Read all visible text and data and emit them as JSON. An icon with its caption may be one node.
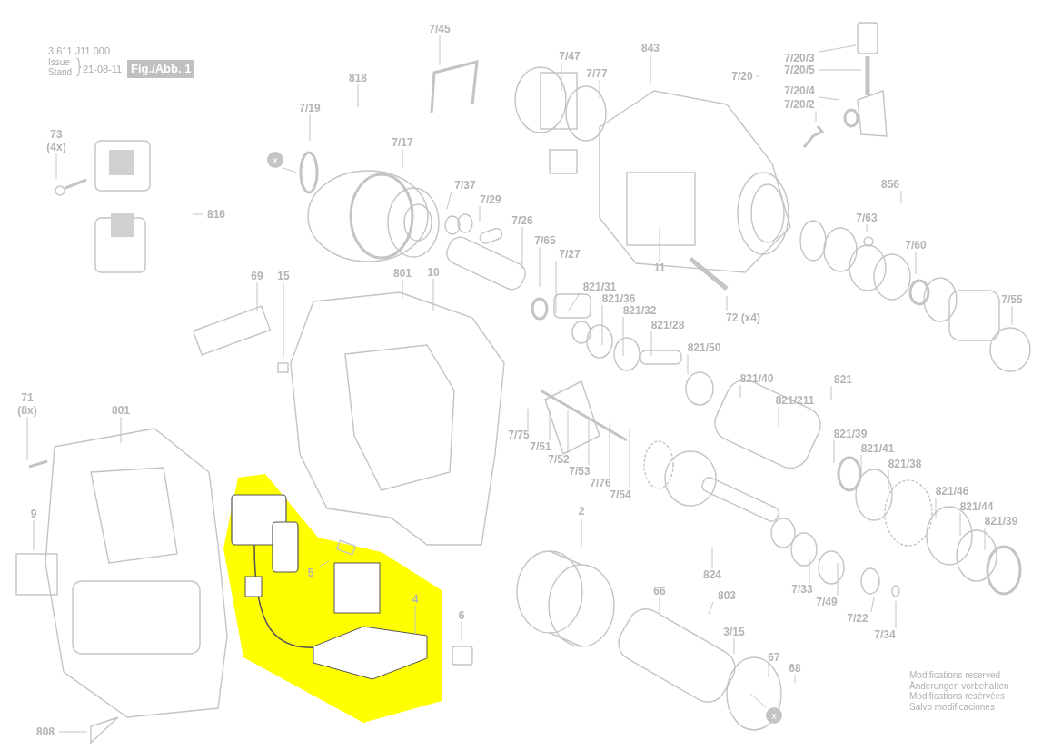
{
  "diagram": {
    "nodes": [
      {
        "text": [
          "7/45"
        ]
      },
      {
        "text": [
          "818"
        ]
      },
      {
        "text": [
          "7/19"
        ]
      },
      {
        "text": [
          "7/17"
        ]
      },
      {
        "text": [
          "843"
        ]
      },
      {
        "text": [
          "7/47"
        ]
      },
      {
        "text": [
          "7/77"
        ]
      },
      {
        "text": [
          "7/20/3"
        ]
      },
      {
        "text": [
          "7/20/5"
        ]
      },
      {
        "text": [
          "7/20/4"
        ]
      },
      {
        "text": [
          "7/20/2"
        ]
      },
      {
        "text": [
          "7/20"
        ]
      },
      {
        "text": [
          "73 (4x)"
        ]
      },
      {
        "text": [
          "816"
        ]
      },
      {
        "text": [
          "7/37"
        ]
      },
      {
        "text": [
          "7/29"
        ]
      },
      {
        "text": [
          "7/26"
        ]
      },
      {
        "text": [
          "7/65"
        ]
      },
      {
        "text": [
          "7/27"
        ]
      },
      {
        "text": [
          "11"
        ]
      },
      {
        "text": [
          "72 (x4)"
        ]
      },
      {
        "text": [
          "856"
        ]
      },
      {
        "text": [
          "7/63"
        ]
      },
      {
        "text": [
          "7/60"
        ]
      },
      {
        "text": [
          "7/55"
        ]
      },
      {
        "text": [
          "69"
        ]
      },
      {
        "text": [
          "15"
        ]
      },
      {
        "text": [
          "801"
        ]
      },
      {
        "text": [
          "10"
        ]
      },
      {
        "text": [
          "821/31"
        ]
      },
      {
        "text": [
          "821/36"
        ]
      },
      {
        "text": [
          "821/32"
        ]
      },
      {
        "text": [
          "821/28"
        ]
      },
      {
        "text": [
          "821/50"
        ]
      },
      {
        "text": [
          "821/40"
        ]
      },
      {
        "text": [
          "821/211"
        ]
      },
      {
        "text": [
          "821"
        ]
      },
      {
        "text": [
          "821/39"
        ]
      },
      {
        "text": [
          "821/41"
        ]
      },
      {
        "text": [
          "821/38"
        ]
      },
      {
        "text": [
          "821/46"
        ]
      },
      {
        "text": [
          "821/44"
        ]
      },
      {
        "text": [
          "821/39"
        ]
      },
      {
        "text": [
          "71 (8x)"
        ]
      },
      {
        "text": [
          "801"
        ]
      },
      {
        "text": [
          "9"
        ]
      },
      {
        "text": [
          "7/75"
        ]
      },
      {
        "text": [
          "7/51"
        ]
      },
      {
        "text": [
          "7/52"
        ]
      },
      {
        "text": [
          "7/53"
        ]
      },
      {
        "text": [
          "7/76"
        ]
      },
      {
        "text": [
          "7/54"
        ]
      },
      {
        "text": [
          "2"
        ]
      },
      {
        "text": [
          "5"
        ]
      },
      {
        "text": [
          "4"
        ]
      },
      {
        "text": [
          "6"
        ]
      },
      {
        "text": [
          "824"
        ]
      },
      {
        "text": [
          "7/33"
        ]
      },
      {
        "text": [
          "7/49"
        ]
      },
      {
        "text": [
          "7/22"
        ]
      },
      {
        "text": [
          "7/34"
        ]
      },
      {
        "text": [
          "66"
        ]
      },
      {
        "text": [
          "803"
        ]
      },
      {
        "text": [
          "3/15"
        ]
      },
      {
        "text": [
          "67"
        ]
      },
      {
        "text": [
          "68"
        ]
      },
      {
        "text": [
          "808"
        ]
      },
      {
        "text": [
          "x"
        ]
      },
      {
        "text": [
          "x"
        ]
      }
    ],
    "edges": [
      {
        "from": 0,
        "to": null,
        "arrow": "none"
      },
      {
        "from": 1,
        "to": null,
        "arrow": "none"
      },
      {
        "from": 2,
        "to": null,
        "arrow": "none"
      },
      {
        "from": 3,
        "to": null,
        "arrow": "none"
      },
      {
        "from": 4,
        "to": null,
        "arrow": "none"
      },
      {
        "from": 5,
        "to": null,
        "arrow": "none"
      },
      {
        "from": 6,
        "to": null,
        "arrow": "none"
      },
      {
        "from": 7,
        "to": null,
        "arrow": "none"
      },
      {
        "from": 8,
        "to": null,
        "arrow": "none"
      },
      {
        "from": 9,
        "to": null,
        "arrow": "none"
      },
      {
        "from": 10,
        "to": null,
        "arrow": "none"
      },
      {
        "from": 11,
        "to": null,
        "arrow": "none"
      },
      {
        "from": 12,
        "to": null,
        "arrow": "none"
      },
      {
        "from": 13,
        "to": null,
        "arrow": "none"
      },
      {
        "from": 14,
        "to": null,
        "arrow": "none"
      },
      {
        "from": 15,
        "to": null,
        "arrow": "none"
      },
      {
        "from": 16,
        "to": null,
        "arrow": "none"
      },
      {
        "from": 17,
        "to": null,
        "arrow": "none"
      },
      {
        "from": 18,
        "to": null,
        "arrow": "none"
      },
      {
        "from": 19,
        "to": null,
        "arrow": "none"
      },
      {
        "from": 20,
        "to": null,
        "arrow": "none"
      },
      {
        "from": 21,
        "to": null,
        "arrow": "none"
      },
      {
        "from": 22,
        "to": null,
        "arrow": "none"
      },
      {
        "from": 23,
        "to": null,
        "arrow": "none"
      },
      {
        "from": 24,
        "to": null,
        "arrow": "none"
      },
      {
        "from": 25,
        "to": null,
        "arrow": "none"
      },
      {
        "from": 26,
        "to": null,
        "arrow": "none"
      },
      {
        "from": 27,
        "to": null,
        "arrow": "none"
      },
      {
        "from": 28,
        "to": null,
        "arrow": "none"
      },
      {
        "from": 29,
        "to": null,
        "arrow": "none"
      },
      {
        "from": 30,
        "to": null,
        "arrow": "none"
      },
      {
        "from": 31,
        "to": null,
        "arrow": "none"
      },
      {
        "from": 32,
        "to": null,
        "arrow": "none"
      },
      {
        "from": 33,
        "to": null,
        "arrow": "none"
      },
      {
        "from": 34,
        "to": null,
        "arrow": "none"
      },
      {
        "from": 35,
        "to": null,
        "arrow": "none"
      },
      {
        "from": 36,
        "to": null,
        "arrow": "none"
      },
      {
        "from": 37,
        "to": null,
        "arrow": "none"
      },
      {
        "from": 38,
        "to": null,
        "arrow": "none"
      },
      {
        "from": 39,
        "to": null,
        "arrow": "none"
      },
      {
        "from": 40,
        "to": null,
        "arrow": "none"
      },
      {
        "from": 41,
        "to": null,
        "arrow": "none"
      },
      {
        "from": 42,
        "to": null,
        "arrow": "none"
      },
      {
        "from": 43,
        "to": null,
        "arrow": "none"
      },
      {
        "from": 44,
        "to": null,
        "arrow": "none"
      },
      {
        "from": 45,
        "to": null,
        "arrow": "none"
      },
      {
        "from": 46,
        "to": null,
        "arrow": "none"
      },
      {
        "from": 47,
        "to": null,
        "arrow": "none"
      },
      {
        "from": 48,
        "to": null,
        "arrow": "none"
      },
      {
        "from": 49,
        "to": null,
        "arrow": "none"
      },
      {
        "from": 50,
        "to": null,
        "arrow": "none"
      },
      {
        "from": 51,
        "to": null,
        "arrow": "none"
      },
      {
        "from": 52,
        "to": null,
        "arrow": "none"
      },
      {
        "from": 53,
        "to": null,
        "arrow": "none"
      },
      {
        "from": 54,
        "to": null,
        "arrow": "none"
      },
      {
        "from": 55,
        "to": null,
        "arrow": "none"
      },
      {
        "from": 56,
        "to": null,
        "arrow": "none"
      },
      {
        "from": 57,
        "to": null,
        "arrow": "none"
      },
      {
        "from": 58,
        "to": null,
        "arrow": "none"
      },
      {
        "from": 59,
        "to": null,
        "arrow": "none"
      },
      {
        "from": 60,
        "to": null,
        "arrow": "none"
      },
      {
        "from": 61,
        "to": null,
        "arrow": "none"
      },
      {
        "from": 62,
        "to": null,
        "arrow": "none"
      },
      {
        "from": 63,
        "to": null,
        "arrow": "none"
      },
      {
        "from": 64,
        "to": null,
        "arrow": "none"
      },
      {
        "from": 65,
        "to": null,
        "arrow": "none"
      },
      {
        "from": 66,
        "to": null,
        "arrow": "none"
      },
      {
        "from": 67,
        "to": null,
        "arrow": "none"
      },
      {
        "from": 68,
        "to": null,
        "arrow": "none"
      }
    ],
    "labels": [
      "3 611 J11 000",
      "Issue",
      "Stand",
      "21-08-11",
      "Fig./Abb. 1",
      "Modifications reserved",
      "Änderungen vorbehalten",
      "Modifications resérvées",
      "Salvo modificaciones"
    ]
  }
}
